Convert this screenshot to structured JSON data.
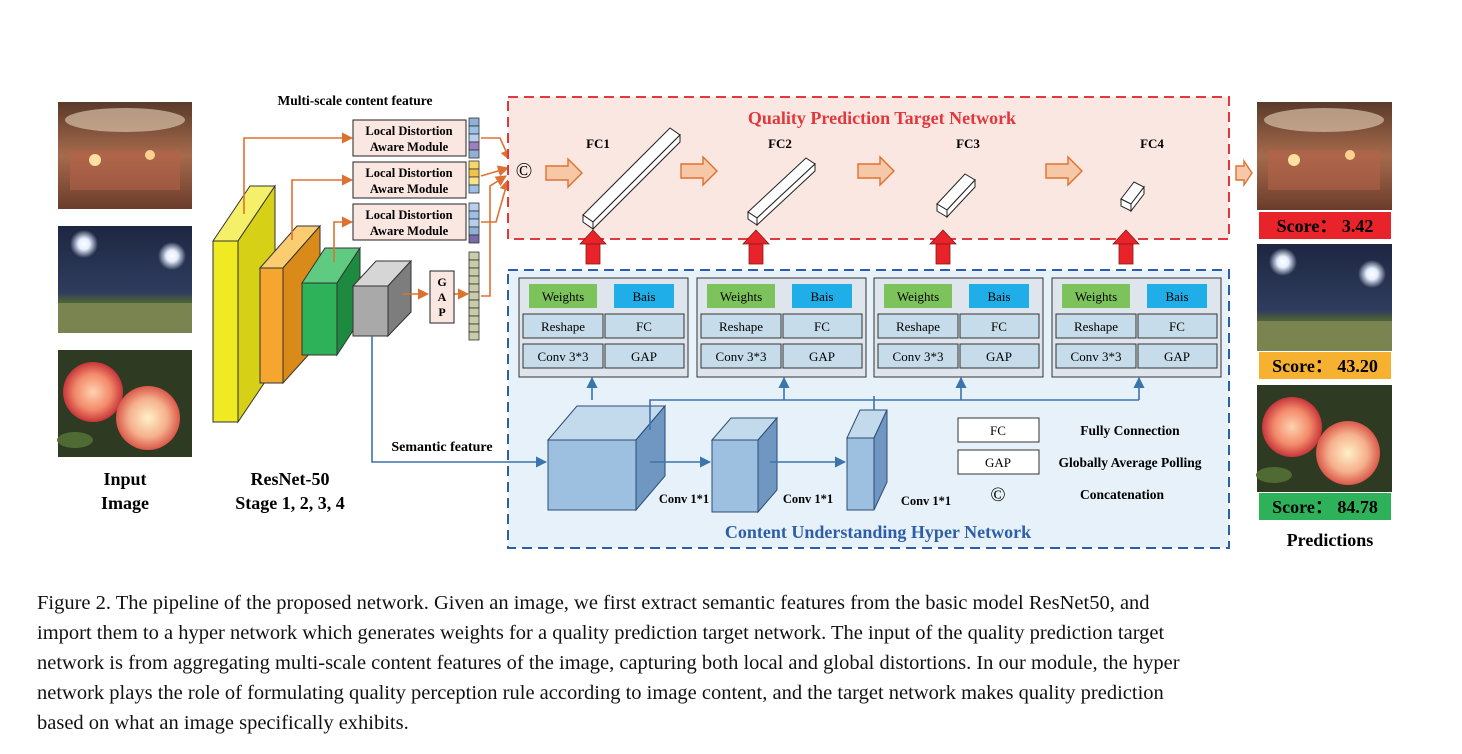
{
  "figure": {
    "input_label_line1": "Input",
    "input_label_line2": "Image",
    "resnet_label_line1": "ResNet-50",
    "resnet_label_line2": "Stage 1, 2, 3, 4",
    "multiscale_label": "Multi-scale content feature",
    "ldam_line1": "Local Distortion",
    "ldam_line2": "Aware Module",
    "gap_letters": [
      "G",
      "A",
      "P"
    ],
    "semantic_label": "Semantic feature",
    "concat_symbol": "©",
    "target_net_title": "Quality Prediction Target Network",
    "fc_labels": [
      "FC1",
      "FC2",
      "FC3",
      "FC4"
    ],
    "hyper_block": {
      "weights": "Weights",
      "bais": "Bais",
      "reshape": "Reshape",
      "fc": "FC",
      "conv": "Conv 3*3",
      "gap": "GAP"
    },
    "conv11_label": "Conv 1*1",
    "hyper_net_title": "Content Understanding Hyper Network",
    "legend": [
      {
        "key": "FC",
        "desc": "Fully Connection"
      },
      {
        "key": "GAP",
        "desc": "Globally Average Polling"
      },
      {
        "key": "©",
        "desc": "Concatenation"
      }
    ],
    "scores": [
      {
        "text": "Score： 3.42",
        "color": "#e8232a"
      },
      {
        "text": "Score： 43.20",
        "color": "#f6b130"
      },
      {
        "text": "Score： 84.78",
        "color": "#2db25a"
      }
    ],
    "predictions_label": "Predictions"
  },
  "colors": {
    "target_border": "#e0383c",
    "target_fill": "#fbe7e1",
    "hyper_border": "#2e5fa6",
    "hyper_fill": "#e6f1fa",
    "arrow_orange": "#dd7230",
    "arrow_blue": "#3c74ad",
    "weights_green": "#7dc35b",
    "bais_blue": "#1faee7"
  },
  "caption": {
    "line1": "Figure 2. The pipeline of the proposed network. Given an image, we first extract semantic features from the basic model ResNet50, and",
    "line2": "import them to a hyper network which generates weights for a quality prediction target network. The input of the quality prediction target",
    "line3": "network is from aggregating multi-scale content features of the image, capturing both local and global distortions. In our module, the hyper",
    "line4": "network plays the role of formulating quality perception rule according to image content, and the target network makes quality prediction",
    "line5": "based on what an image specifically exhibits."
  }
}
